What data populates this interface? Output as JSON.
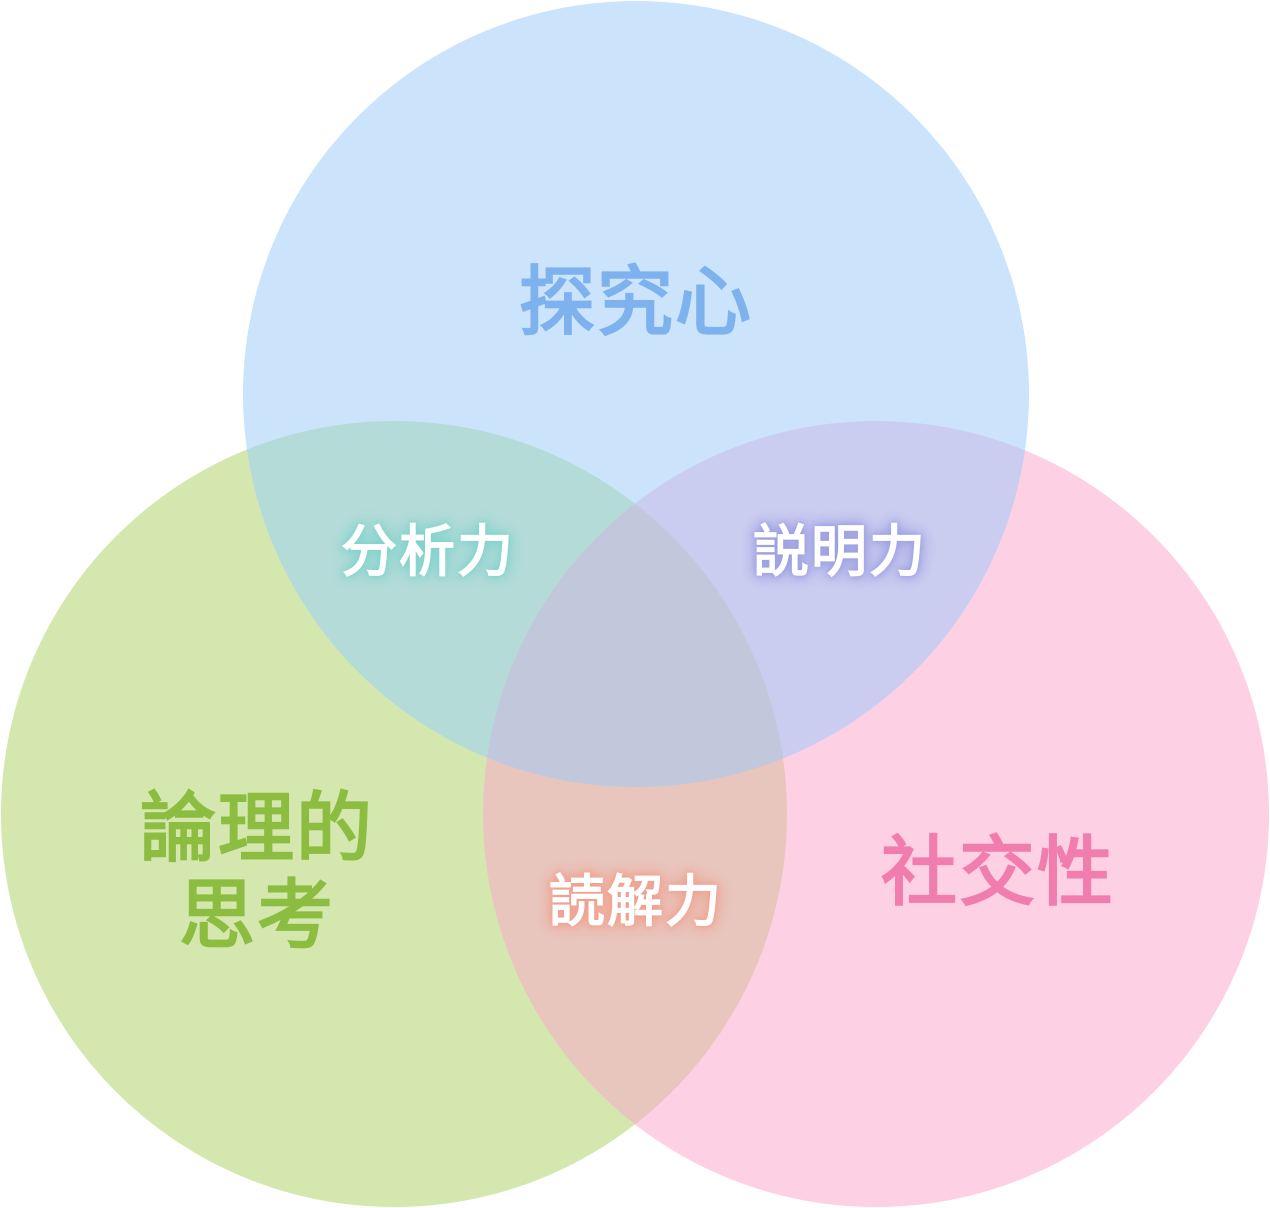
{
  "diagram": {
    "sets": [
      {
        "id": "curiosity",
        "label": "探究心",
        "fill": "#cbe4fb",
        "text_color": "#7eb2ee"
      },
      {
        "id": "logic",
        "label_lines": [
          "論理的",
          "思考"
        ],
        "fill": "#d4e7ae",
        "text_color": "#8cbd41"
      },
      {
        "id": "social",
        "label": "社交性",
        "fill": "#fdd0e4",
        "text_color": "#f07dad"
      }
    ],
    "intersections": [
      {
        "id": "analysis",
        "between": [
          "curiosity",
          "logic"
        ],
        "label": "分析力",
        "fill": "#b5dbd9",
        "glow": "#7fd3cb"
      },
      {
        "id": "explain",
        "between": [
          "curiosity",
          "social"
        ],
        "label": "説明力",
        "fill": "#cbcdf0",
        "glow": "#9b9ee0"
      },
      {
        "id": "reading",
        "between": [
          "logic",
          "social"
        ],
        "label": "読解力",
        "fill": "#e8c6be",
        "glow": "#f0a08e"
      },
      {
        "id": "center",
        "between": [
          "curiosity",
          "logic",
          "social"
        ],
        "label": "",
        "fill": "#c1c8dc"
      }
    ]
  }
}
